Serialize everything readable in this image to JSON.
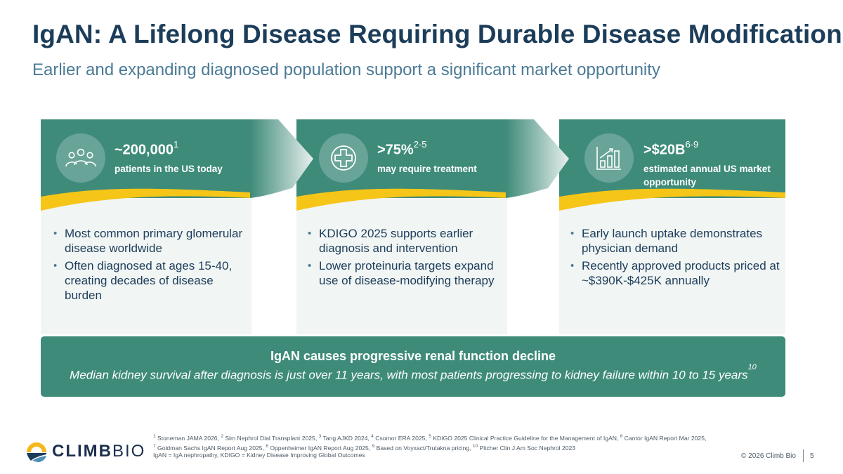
{
  "title": "IgAN: A Lifelong Disease Requiring Durable Disease Modification",
  "subtitle": "Earlier and expanding diagnosed population support a significant market opportunity",
  "cards": [
    {
      "icon": "people-icon",
      "stat": "~200,000",
      "stat_sup": "1",
      "label": "patients in the US today",
      "bullets": [
        "Most common primary glomerular disease worldwide",
        "Often diagnosed at ages 15-40, creating decades of disease burden"
      ]
    },
    {
      "icon": "medical-cross-icon",
      "stat": ">75%",
      "stat_sup": "2-5",
      "label": "may require treatment",
      "bullets": [
        "KDIGO 2025 supports earlier diagnosis and intervention",
        "Lower proteinuria targets expand use of disease-modifying therapy"
      ]
    },
    {
      "icon": "bar-chart-growth-icon",
      "stat": ">$20B",
      "stat_sup": "6-9",
      "label": "estimated annual US market opportunity",
      "bullets": [
        "Early launch uptake demonstrates physician demand",
        "Recently approved products priced at ~$390K-$425K annually"
      ]
    }
  ],
  "banner": {
    "title": "IgAN causes progressive renal function decline",
    "text": "Median kidney survival after diagnosis is just over 11 years, with most patients progressing to kidney failure within 10 to 15 years",
    "text_sup": "10"
  },
  "logo": {
    "part1": "CLIMB",
    "part2": "BIO"
  },
  "footnotes": {
    "n1": "1",
    "t1": " Stoneman JAMA 2026, ",
    "n2": "2",
    "t2": " Sim Nephrol Dial Transplant 2025, ",
    "n3": "3",
    "t3": " Tang AJKD 2024, ",
    "n4": "4",
    "t4": " Csomor ERA 2025, ",
    "n5": "5",
    "t5": " KDIGO 2025 Clinical Practice Guideline for the Management of IgAN, ",
    "n6": "6",
    "t6": " Cantor IgAN Report Mar 2025, ",
    "n7": "7",
    "t7": " Goldman Sachs IgAN Report Aug 2025, ",
    "n8": "8",
    "t8": " Oppenheimer IgAN Report Aug 2025, ",
    "n9": "9",
    "t9": " Based on Voyxact/Trutakna pricing, ",
    "n10": "10",
    "t10": " Pitcher Clin J Am Soc Nephrol 2023"
  },
  "abbreviations": "IgAN = IgA nephropathy, KDIGO = Kidney Disease Improving Global Outcomes",
  "copyright": "© 2026 Climb Bio",
  "page_number": "5",
  "colors": {
    "title": "#1c3d5a",
    "subtitle": "#4b7a96",
    "teal": "#3e8b7a",
    "yellow": "#f5c518",
    "card_bg": "#f1f5f4"
  }
}
